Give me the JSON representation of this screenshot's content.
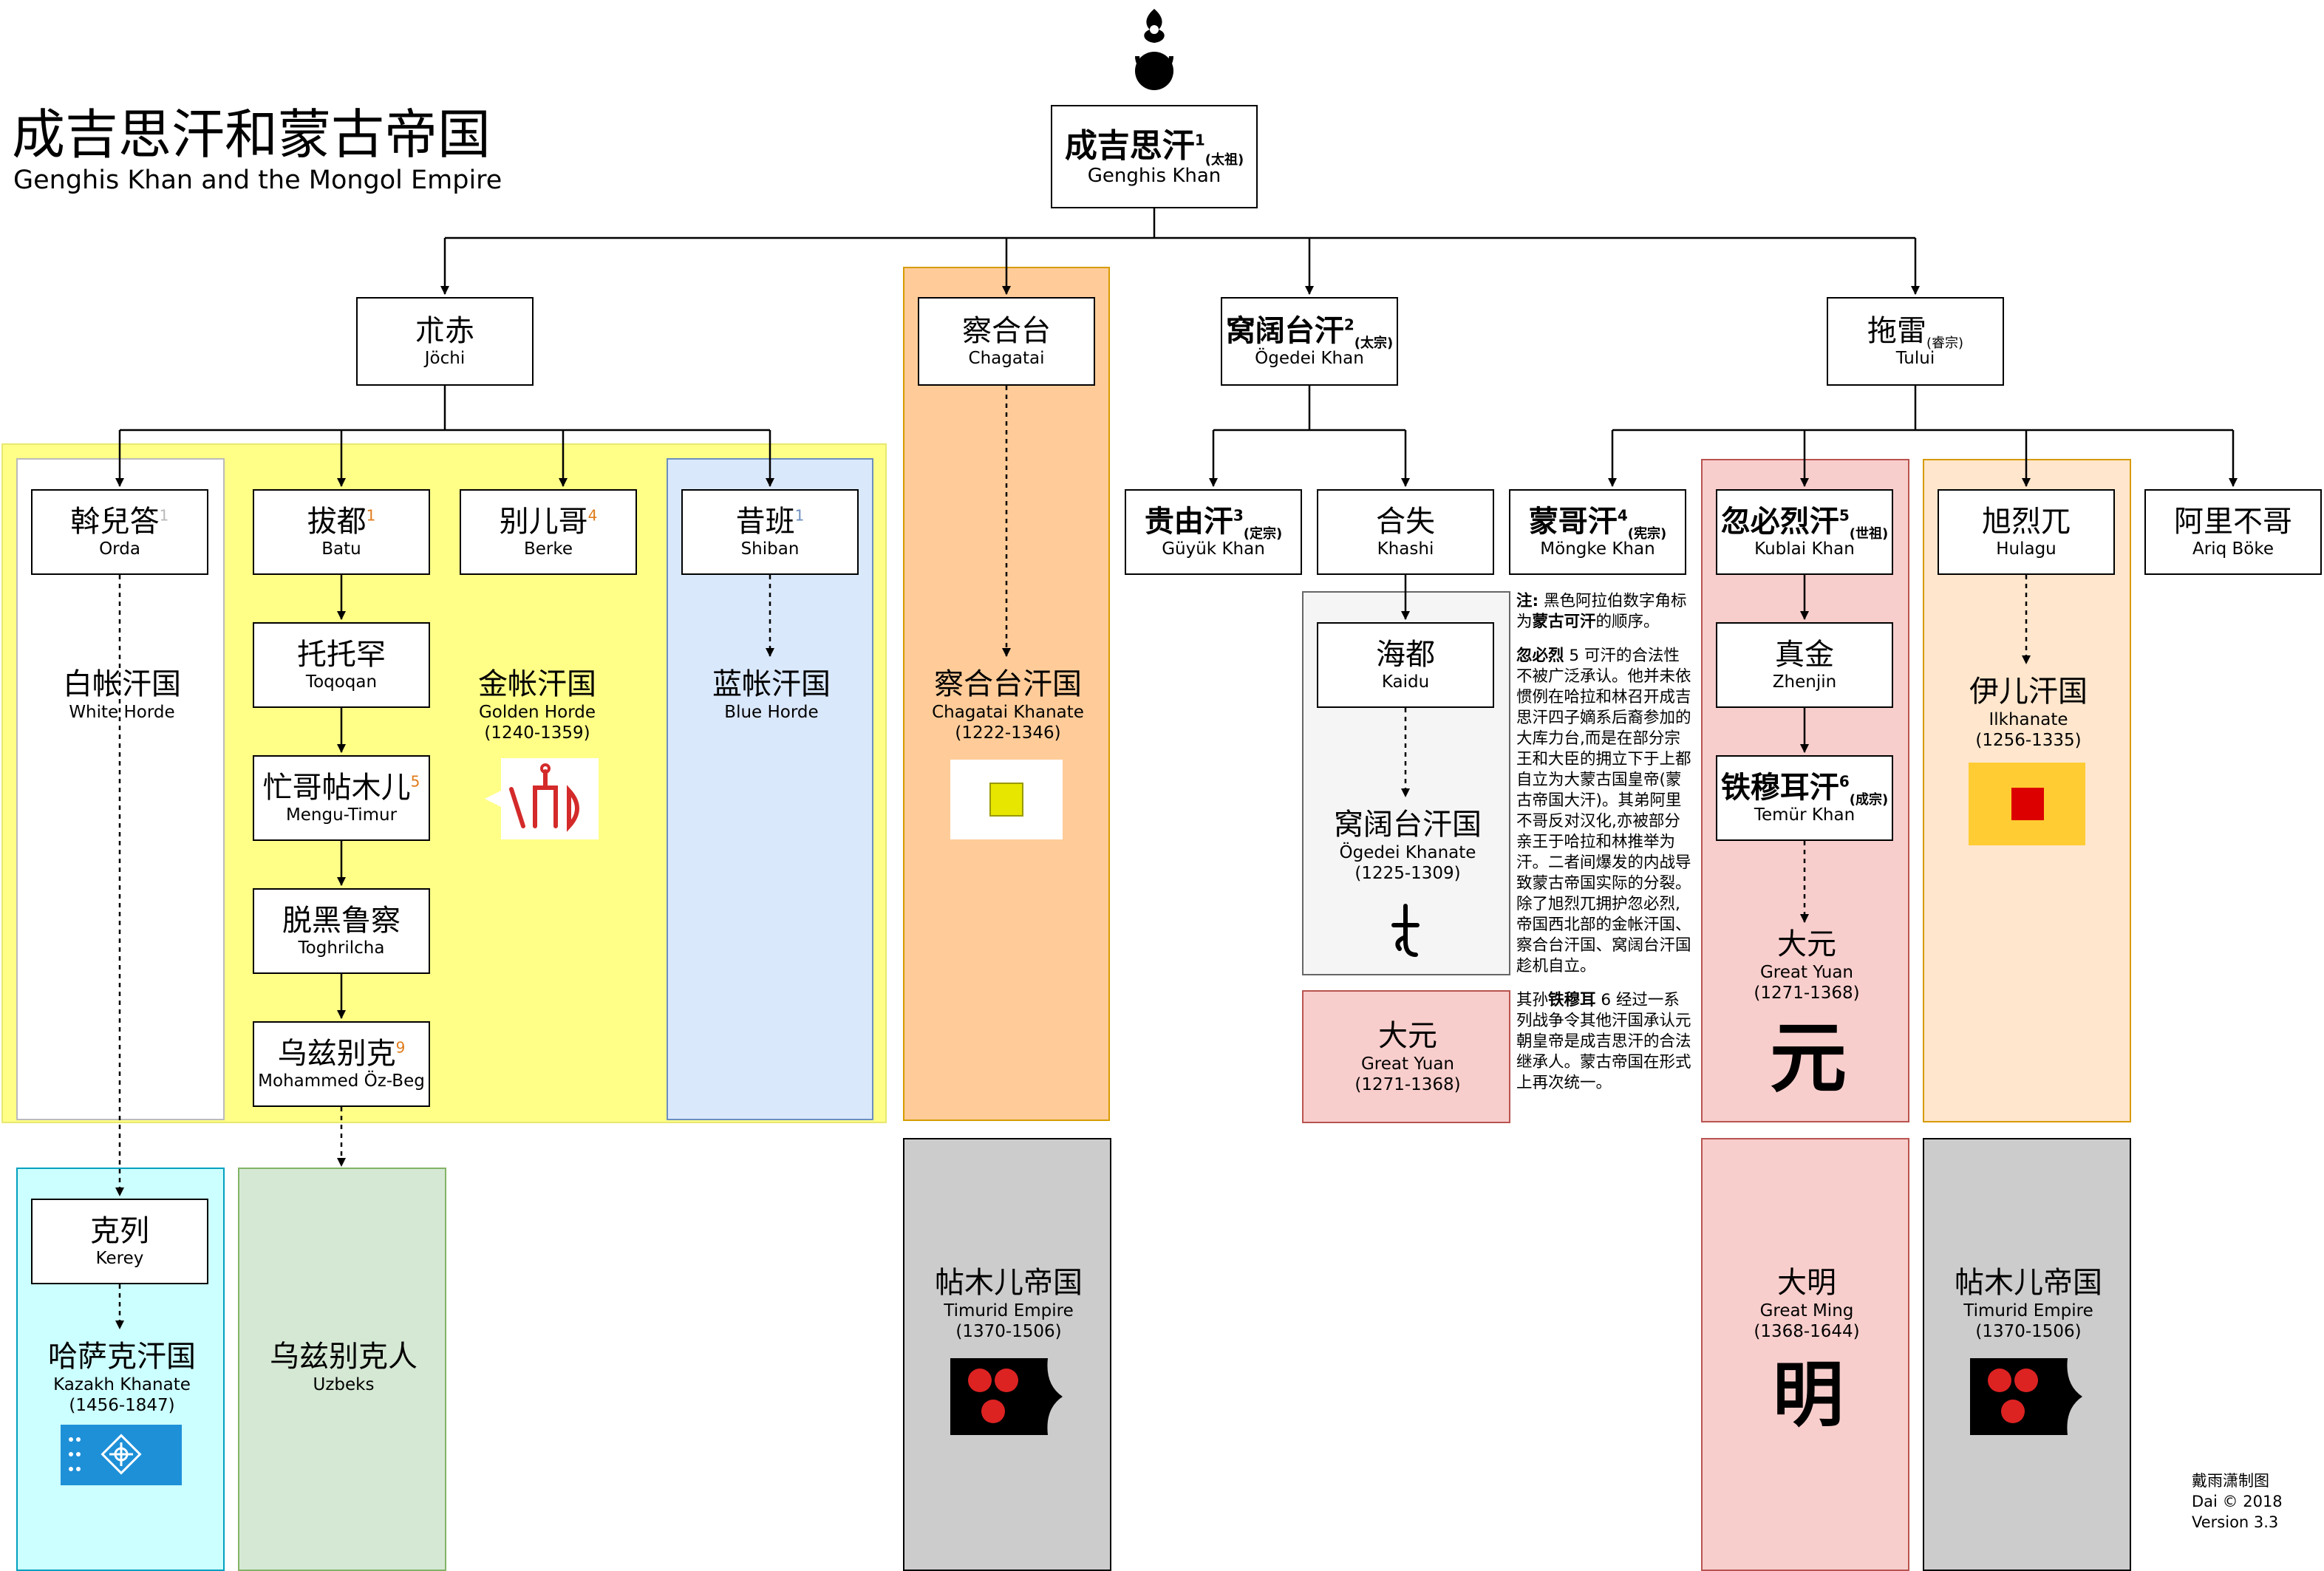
{
  "title": {
    "zh": "成吉思汗和蒙古帝国",
    "en": "Genghis Khan and the Mongol Empire"
  },
  "colors": {
    "golden_horde": "#ffff88",
    "blue_horde": "#dae8fc",
    "white_horde": "#ffffff",
    "chagatai": "#ffcc99",
    "kazakh": "#ccffff",
    "uzbeks": "#d5e8d4",
    "ogedei": "#f5f5f5",
    "yuan": "#f8cecc",
    "ilkhanate": "#ffe6cc",
    "timurid": "#cccccc",
    "order_number": "#e07b1a"
  },
  "persons": {
    "genghis": {
      "zh": "成吉思汗",
      "num": "1",
      "temple": "(太祖)",
      "en": "Genghis Khan"
    },
    "jochi": {
      "zh": "朮赤",
      "en": "Jöchi"
    },
    "chagatai": {
      "zh": "察合台",
      "en": "Chagatai"
    },
    "ogedei": {
      "zh": "窝阔台汗",
      "num": "2",
      "temple": "(太宗)",
      "en": "Ögedei Khan"
    },
    "tului": {
      "zh": "拖雷",
      "temple": "(睿宗)",
      "en": "Tului"
    },
    "orda": {
      "zh": "斡兒答",
      "num": "1",
      "en": "Orda"
    },
    "batu": {
      "zh": "拔都",
      "num": "1",
      "en": "Batu"
    },
    "berke": {
      "zh": "别儿哥",
      "num": "4",
      "en": "Berke"
    },
    "shiban": {
      "zh": "昔班",
      "num": "1",
      "en": "Shiban"
    },
    "toqoqan": {
      "zh": "托托罕",
      "en": "Toqoqan"
    },
    "mengu": {
      "zh": "忙哥帖木儿",
      "num": "5",
      "en": "Mengu-Timur"
    },
    "toghrilcha": {
      "zh": "脱黑鲁察",
      "en": "Toghrilcha"
    },
    "ozbeg": {
      "zh": "乌兹别克",
      "num": "9",
      "en": "Mohammed Öz-Beg"
    },
    "kerey": {
      "zh": "克列",
      "en": "Kerey"
    },
    "guyuk": {
      "zh": "贵由汗",
      "num": "3",
      "temple": "(定宗)",
      "en": "Güyük Khan"
    },
    "khashi": {
      "zh": "合失",
      "en": "Khashi"
    },
    "kaidu": {
      "zh": "海都",
      "en": "Kaidu"
    },
    "mongke": {
      "zh": "蒙哥汗",
      "num": "4",
      "temple": "(宪宗)",
      "en": "Möngke Khan"
    },
    "kublai": {
      "zh": "忽必烈汗",
      "num": "5",
      "temple": "(世祖)",
      "en": "Kublai Khan"
    },
    "zhenjin": {
      "zh": "真金",
      "en": "Zhenjin"
    },
    "temur": {
      "zh": "铁穆耳汗",
      "num": "6",
      "temple": "(成宗)",
      "en": "Temür Khan"
    },
    "hulagu": {
      "zh": "旭烈兀",
      "en": "Hulagu"
    },
    "ariq": {
      "zh": "阿里不哥",
      "en": "Ariq Böke"
    }
  },
  "states": {
    "white_horde": {
      "zh": "白帐汗国",
      "en": "White Horde"
    },
    "golden_horde": {
      "zh": "金帐汗国",
      "en": "Golden Horde",
      "years": "(1240-1359)"
    },
    "blue_horde": {
      "zh": "蓝帐汗国",
      "en": "Blue Horde"
    },
    "chagatai_khanate": {
      "zh": "察合台汗国",
      "en": "Chagatai Khanate",
      "years": "(1222-1346)"
    },
    "ogedei_khanate": {
      "zh": "窝阔台汗国",
      "en": "Ögedei Khanate",
      "years": "(1225-1309)"
    },
    "yuan_left": {
      "zh": "大元",
      "en": "Great Yuan",
      "years": "(1271-1368)"
    },
    "yuan_right": {
      "zh": "大元",
      "en": "Great Yuan",
      "years": "(1271-1368)"
    },
    "ilkhanate": {
      "zh": "伊儿汗国",
      "en": "Ilkhanate",
      "years": "(1256-1335)"
    },
    "kazakh": {
      "zh": "哈萨克汗国",
      "en": "Kazakh Khanate",
      "years": "(1456-1847)"
    },
    "uzbeks": {
      "zh": "乌兹别克人",
      "en": "Uzbeks"
    },
    "timurid_left": {
      "zh": "帖木儿帝国",
      "en": "Timurid Empire",
      "years": "(1370-1506)"
    },
    "ming": {
      "zh": "大明",
      "en": "Great Ming",
      "years": "(1368-1644)"
    },
    "timurid_right": {
      "zh": "帖木儿帝国",
      "en": "Timurid Empire",
      "years": "(1370-1506)"
    }
  },
  "glyphs": {
    "yuan": "元",
    "ming": "明"
  },
  "note": {
    "p1_label": "注:",
    "p1_a": "黑色阿拉伯数字角标为",
    "p1_b": "蒙古可汗",
    "p1_c": "的顺序。",
    "p2_name": "忽必烈",
    "p2_text": "5 可汗的合法性不被广泛承认。他并未依惯例在哈拉和林召开成吉思汗四子嫡系后裔参加的大库力台,而是在部分宗王和大臣的拥立下于上都自立为大蒙古国皇帝(蒙古帝国大汗)。其弟阿里不哥反对汉化,亦被部分亲王于哈拉和林推举为汗。二者间爆发的内战导致蒙古帝国实际的分裂。除了旭烈兀拥护忽必烈,帝国西北部的金帐汗国、察合台汗国、窝阔台汗国趁机自立。",
    "p3_a": "其孙",
    "p3_name": "铁穆耳",
    "p3_text": "6 经过一系列战争令其他汗国承认元朝皇帝是成吉思汗的合法继承人。蒙古帝国在形式上再次统一。"
  },
  "credit": {
    "line1": "戴雨潇制图",
    "line2": "Dai © 2018",
    "line3": "Version 3.3"
  }
}
